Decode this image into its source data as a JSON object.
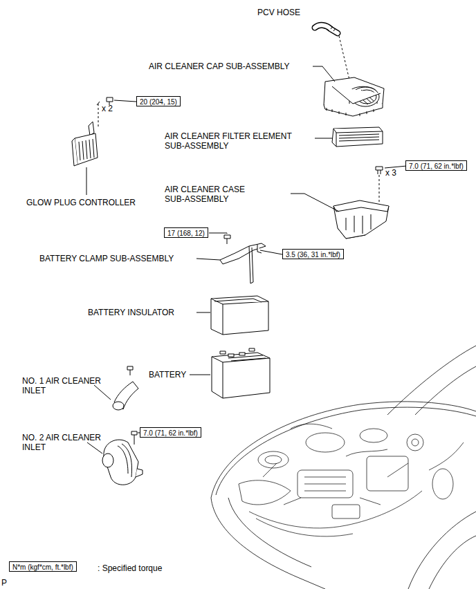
{
  "diagram": {
    "nodes": [
      {
        "text": [
          "20 (204, 15)"
        ]
      },
      {
        "text": [
          "7.0 (71, 62 in.*lbf)"
        ]
      },
      {
        "text": [
          "17 (168, 12)"
        ]
      },
      {
        "text": [
          "3.5 (36, 31 in.*lbf)"
        ]
      },
      {
        "text": [
          "7.0 (71, 62 in.*lbf)"
        ]
      },
      {
        "text": [
          "N*m (kgf*cm, ft.*lbf)"
        ]
      }
    ],
    "labels": [
      "PCV HOSE",
      "AIR CLEANER CAP SUB-ASSEMBLY",
      "x 2",
      "AIR CLEANER FILTER ELEMENT SUB-ASSEMBLY",
      "x 3",
      "AIR CLEANER CASE SUB-ASSEMBLY",
      "GLOW PLUG CONTROLLER",
      "BATTERY CLAMP SUB-ASSEMBLY",
      "BATTERY INSULATOR",
      "BATTERY",
      "NO. 1 AIR CLEANER INLET",
      "NO. 2 AIR CLEANER INLET",
      ": Specified torque",
      "P"
    ]
  }
}
